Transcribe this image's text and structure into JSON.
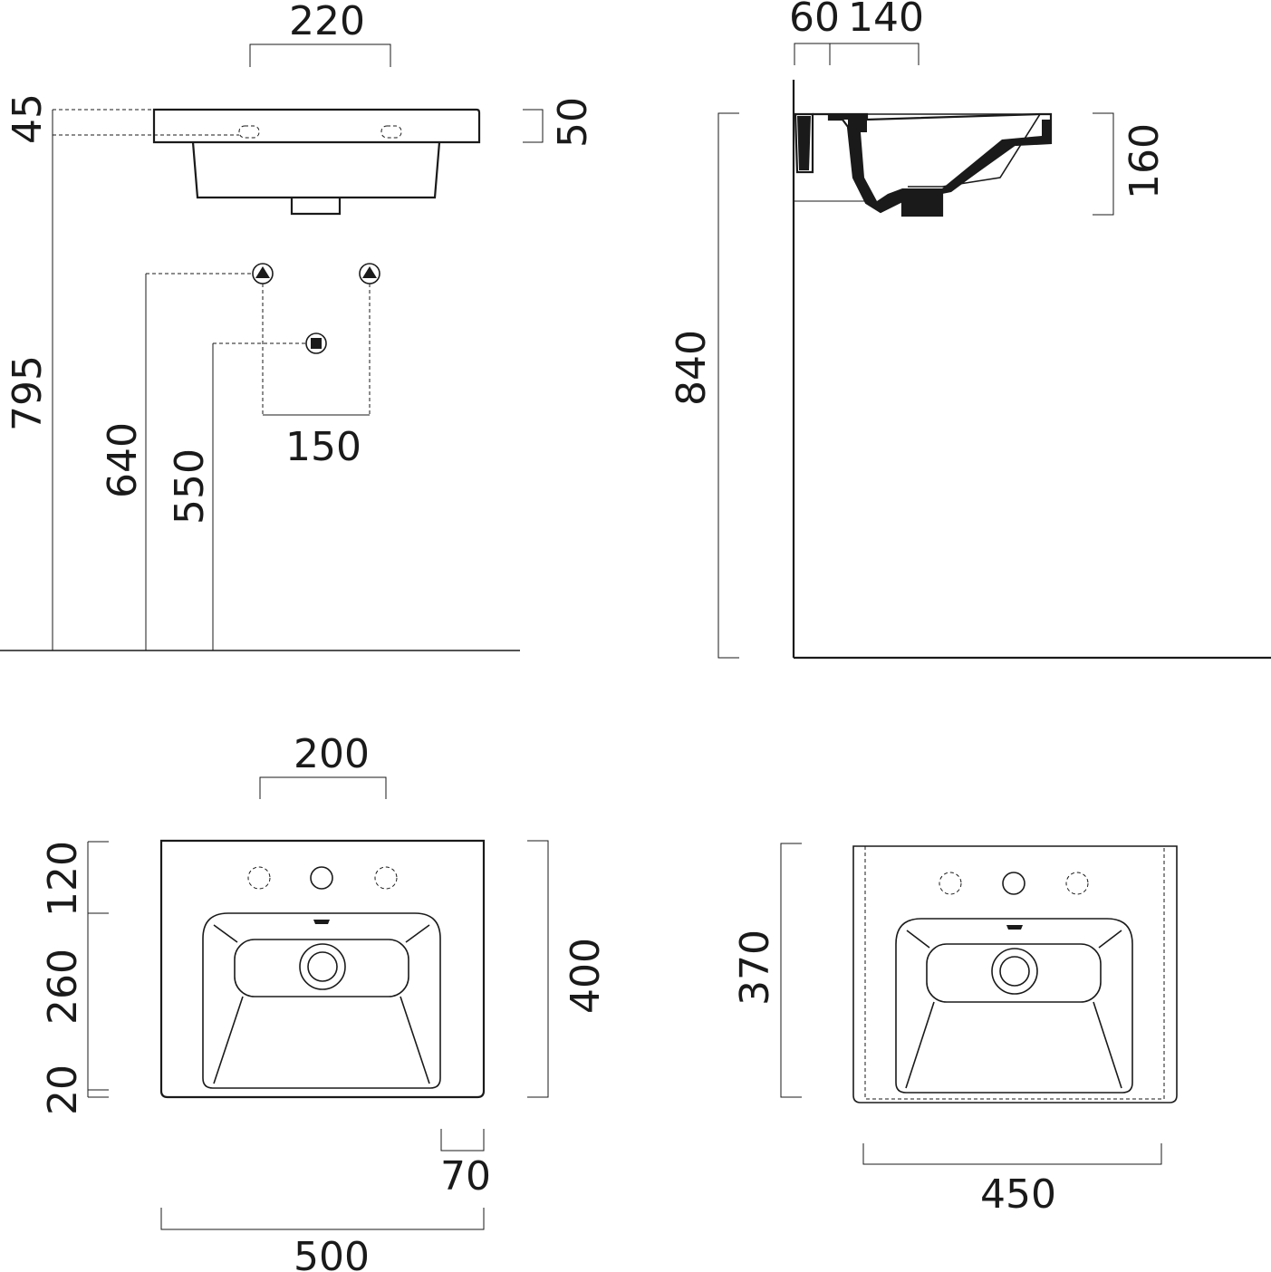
{
  "front_view": {
    "tap_spacing": "220",
    "rim_offset": "45",
    "top_height": "50",
    "rim_height": "795",
    "supply_height": "640",
    "drain_height": "550",
    "supply_spacing": "150"
  },
  "side_view": {
    "wall_gap": "60",
    "bracket_width": "140",
    "basin_depth": "160",
    "total_height": "840"
  },
  "plan_view": {
    "hole_spacing": "200",
    "back_depth": "120",
    "bowl_depth": "260",
    "front_edge": "20",
    "overall_depth": "400",
    "corner_offset": "70",
    "overall_width": "500"
  },
  "cabinet_view": {
    "cabinet_depth": "370",
    "cabinet_width": "450"
  },
  "colors": {
    "line": "#1a1a1a",
    "background": "#ffffff"
  }
}
